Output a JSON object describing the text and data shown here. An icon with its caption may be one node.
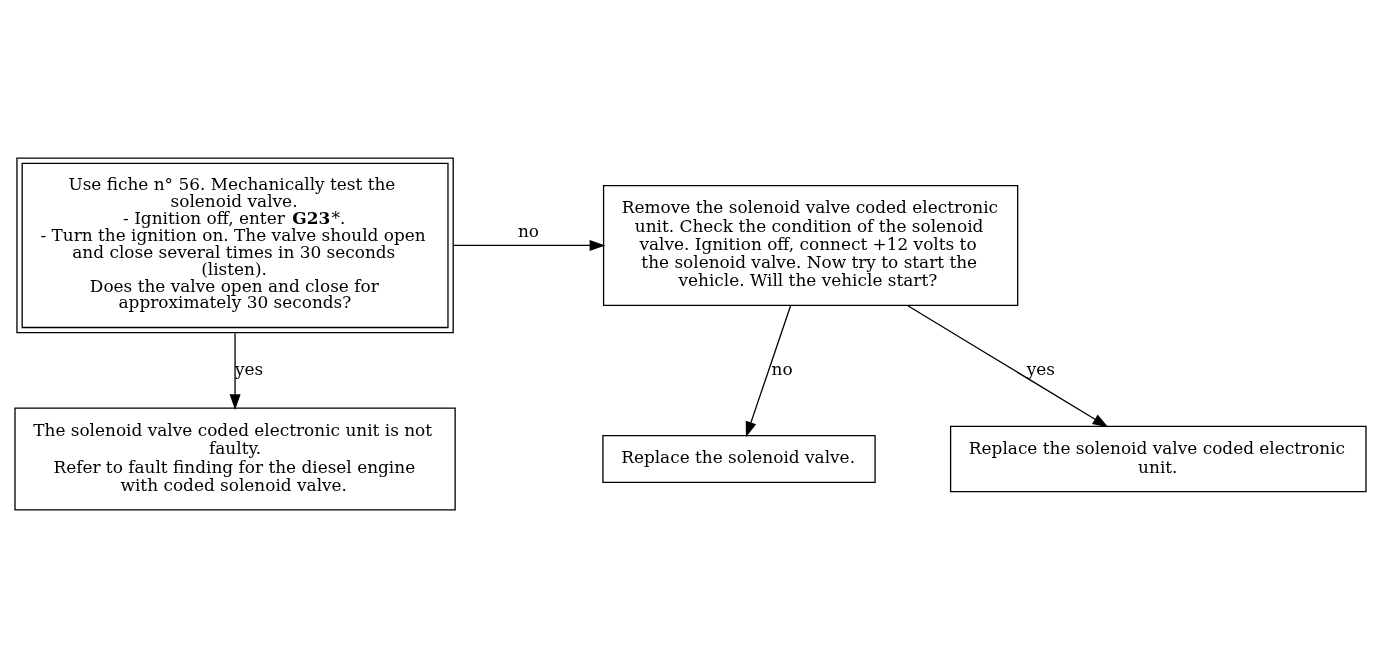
{
  "diagram": {
    "nodes": [
      {
        "text": [
          "Use fiche n° 56. Mechanically test the solenoid valve.",
          "- Ignition off, enter **G23***.",
          "- Turn the ignition on. The valve should open and close several times in 30 seconds (listen).",
          "Does the valve open and close for approximately 30 seconds?"
        ]
      },
      {
        "text": [
          "Remove the solenoid valve coded electronic unit. Check the condition of the solenoid valve. Ignition off, connect +12 volts to the solenoid valve. Now try to start the vehicle. Will the vehicle start?"
        ]
      },
      {
        "text": [
          "The solenoid valve coded electronic unit is not faulty.",
          "Refer to fault finding for the diesel engine with coded solenoid valve."
        ]
      },
      {
        "text": [
          "Replace the solenoid valve."
        ]
      },
      {
        "text": [
          "Replace the solenoid valve coded electronic unit."
        ]
      }
    ],
    "edges": [
      {
        "from": 0,
        "to": 1,
        "arrow": "to",
        "label": "no"
      },
      {
        "from": 0,
        "to": 2,
        "arrow": "to",
        "label": "yes"
      },
      {
        "from": 1,
        "to": 4,
        "arrow": "to",
        "label": "yes"
      },
      {
        "from": 1,
        "to": 3,
        "arrow": "to",
        "label": "no"
      }
    ]
  }
}
